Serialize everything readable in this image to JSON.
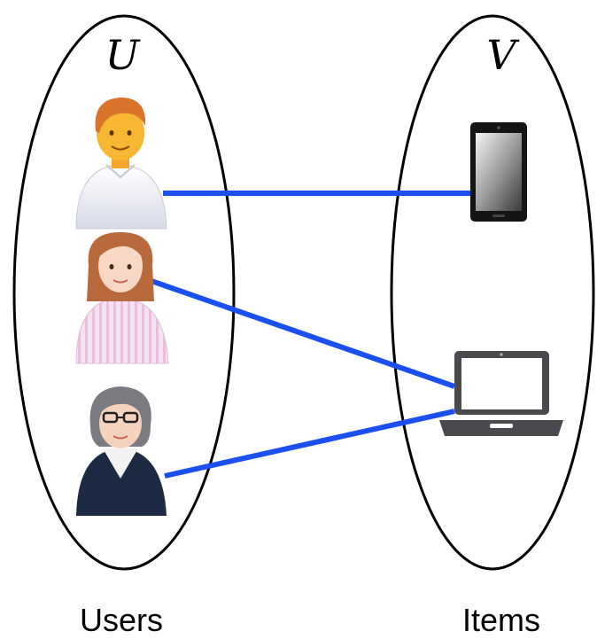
{
  "sets": {
    "users": {
      "symbol": "U",
      "caption": "Users"
    },
    "items": {
      "symbol": "V",
      "caption": "Items"
    }
  },
  "nodes": {
    "users": [
      {
        "id": "user-man",
        "icon": "user-man-icon"
      },
      {
        "id": "user-woman",
        "icon": "user-woman-icon"
      },
      {
        "id": "user-businesswoman",
        "icon": "user-businesswoman-icon"
      }
    ],
    "items": [
      {
        "id": "item-phone",
        "icon": "smartphone-icon"
      },
      {
        "id": "item-laptop",
        "icon": "laptop-icon"
      }
    ]
  },
  "edges": [
    {
      "from": "user-man",
      "to": "item-phone"
    },
    {
      "from": "user-woman",
      "to": "item-laptop"
    },
    {
      "from": "user-businesswoman",
      "to": "item-laptop"
    }
  ],
  "colors": {
    "edge": "#1a4ff0",
    "ellipse_stroke": "#000000",
    "device_dark": "#4a4a4e"
  }
}
